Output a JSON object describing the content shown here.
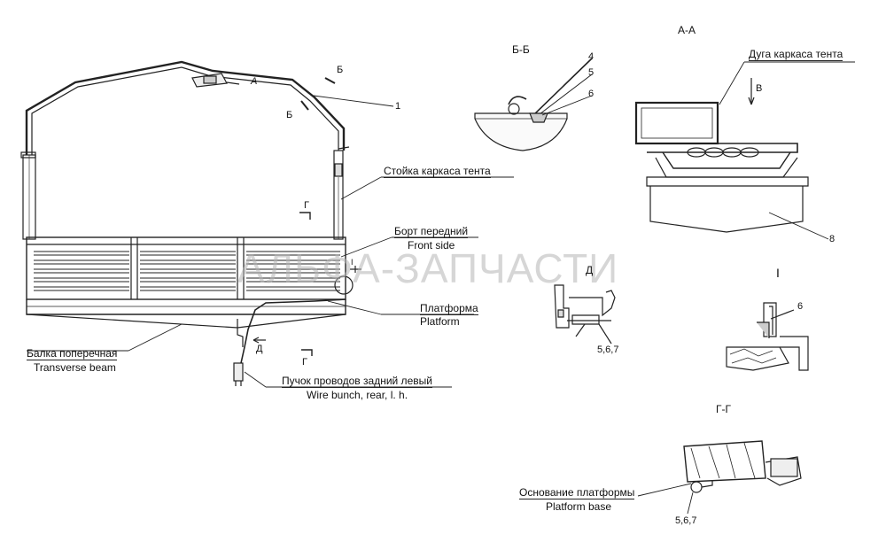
{
  "watermark": "АЛЬФА-ЗАПЧАСТИ",
  "sections": {
    "bb": "Б-Б",
    "aa": "А-А",
    "gg": "Г-Г",
    "d": "Д",
    "roman_one": "I"
  },
  "markers": {
    "b_top": "Б",
    "b_lower": "Б",
    "a_arrow": "А",
    "g_upper": "Г",
    "g_lower": "Г",
    "d_arrow": "Д",
    "d_label": "Д",
    "i_label": "I",
    "v_arrow": "В"
  },
  "callouts": {
    "c1": "1",
    "c4": "4",
    "c5": "5",
    "c6_bb": "6",
    "c6_i": "6",
    "c8": "8",
    "c567_d": "5,6,7",
    "c567_gg": "5,6,7"
  },
  "labels": {
    "arc_ru": "Дуга каркаса тента",
    "post_ru": "Стойка каркаса тента",
    "front_ru": "Борт передний",
    "front_en": "Front side",
    "platform_ru": "Платформа",
    "platform_en": "Platform",
    "beam_ru": "Балка поперечная",
    "beam_en": "Transverse beam",
    "wire_ru": "Пучок проводов задний левый",
    "wire_en": "Wire bunch, rear, l. h.",
    "base_ru": "Основание платформы",
    "base_en": "Platform base"
  }
}
